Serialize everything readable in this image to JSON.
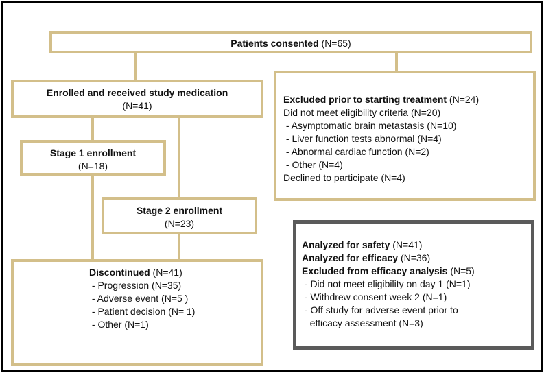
{
  "consented": {
    "bold": "Patients consented",
    "rest": " (N=65)"
  },
  "enrolled": {
    "bold": "Enrolled and received study medication",
    "count": "(N=41)"
  },
  "stage1": {
    "bold": "Stage 1 enrollment",
    "count": "(N=18)"
  },
  "stage2": {
    "bold": "Stage 2 enrollment",
    "count": "(N=23)"
  },
  "excluded": {
    "bold": "Excluded prior to starting treatment",
    "rest": " (N=24)",
    "lines": [
      "Did not meet eligibility criteria (N=20)",
      " - Asymptomatic brain metastasis (N=10)",
      " - Liver function tests abnormal (N=4)",
      " - Abnormal cardiac function (N=2)",
      " - Other (N=4)",
      "Declined to participate (N=4)"
    ]
  },
  "discontinued": {
    "bold": "Discontinued",
    "rest": " (N=41)",
    "lines": [
      " - Progression (N=35)",
      " - Adverse event (N=5 )",
      " - Patient decision (N= 1)",
      " - Other (N=1)"
    ]
  },
  "analysis": {
    "safety": {
      "bold": "Analyzed for safety",
      "rest": " (N=41)"
    },
    "efficacy": {
      "bold": "Analyzed for efficacy",
      "rest": " (N=36)"
    },
    "excluded_efficacy": {
      "bold": "Excluded from efficacy analysis",
      "rest": " (N=5)"
    },
    "lines": [
      " - Did not meet eligibility on day 1 (N=1)",
      " - Withdrew consent week 2 (N=1)",
      " - Off study for adverse event prior to",
      "   efficacy assessment (N=3)"
    ]
  },
  "colors": {
    "box_border": "#d3bf8a",
    "legend_border": "#5a5a5a",
    "frame": "#000000"
  }
}
